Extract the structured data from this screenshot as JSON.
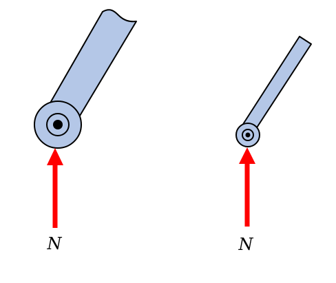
{
  "colors": {
    "body_fill": "#b4c7e7",
    "outline": "#000000",
    "force_arrow": "#ff0000",
    "pin": "#000000",
    "background": "#ffffff"
  },
  "left_figure": {
    "description_name": "large-pin-joint",
    "force_label": "N"
  },
  "right_figure": {
    "description_name": "small-pin-joint",
    "force_label": "N"
  }
}
